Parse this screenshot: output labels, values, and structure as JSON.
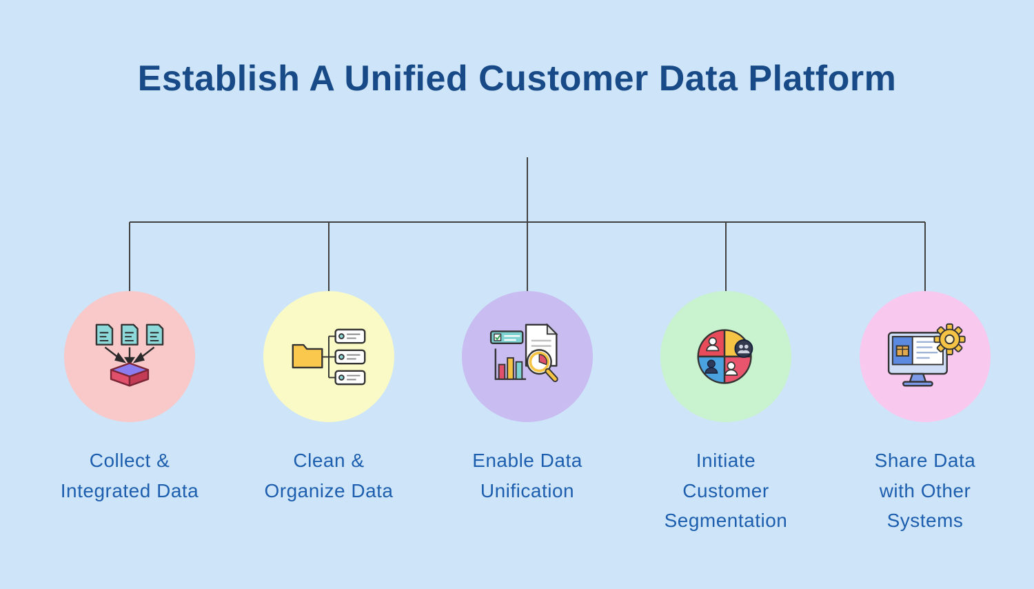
{
  "title": "Establish A Unified Customer Data Platform",
  "colors": {
    "background": "#cde4f9",
    "title_text": "#174a86",
    "label_text": "#1d5fae",
    "connector": "#404040"
  },
  "nodes": [
    {
      "label": "Collect & Integrated Data",
      "label_lines": [
        "Collect &",
        "Integrated Data"
      ],
      "icon": "collect-data-icon",
      "circle_color": "#f9c8c9"
    },
    {
      "label": "Clean & Organize Data",
      "label_lines": [
        "Clean &",
        "Organize Data"
      ],
      "icon": "organize-data-icon",
      "circle_color": "#fafac6"
    },
    {
      "label": "Enable Data Unification",
      "label_lines": [
        "Enable Data",
        "Unification"
      ],
      "icon": "data-unification-icon",
      "circle_color": "#c8bcf0"
    },
    {
      "label": "Initiate Customer Segmentation",
      "label_lines": [
        "Initiate",
        "Customer",
        "Segmentation"
      ],
      "icon": "customer-segmentation-icon",
      "circle_color": "#c9f2ce"
    },
    {
      "label": "Share Data with Other Systems",
      "label_lines": [
        "Share Data",
        "with Other",
        "Systems"
      ],
      "icon": "share-data-icon",
      "circle_color": "#f8c8ef"
    }
  ]
}
